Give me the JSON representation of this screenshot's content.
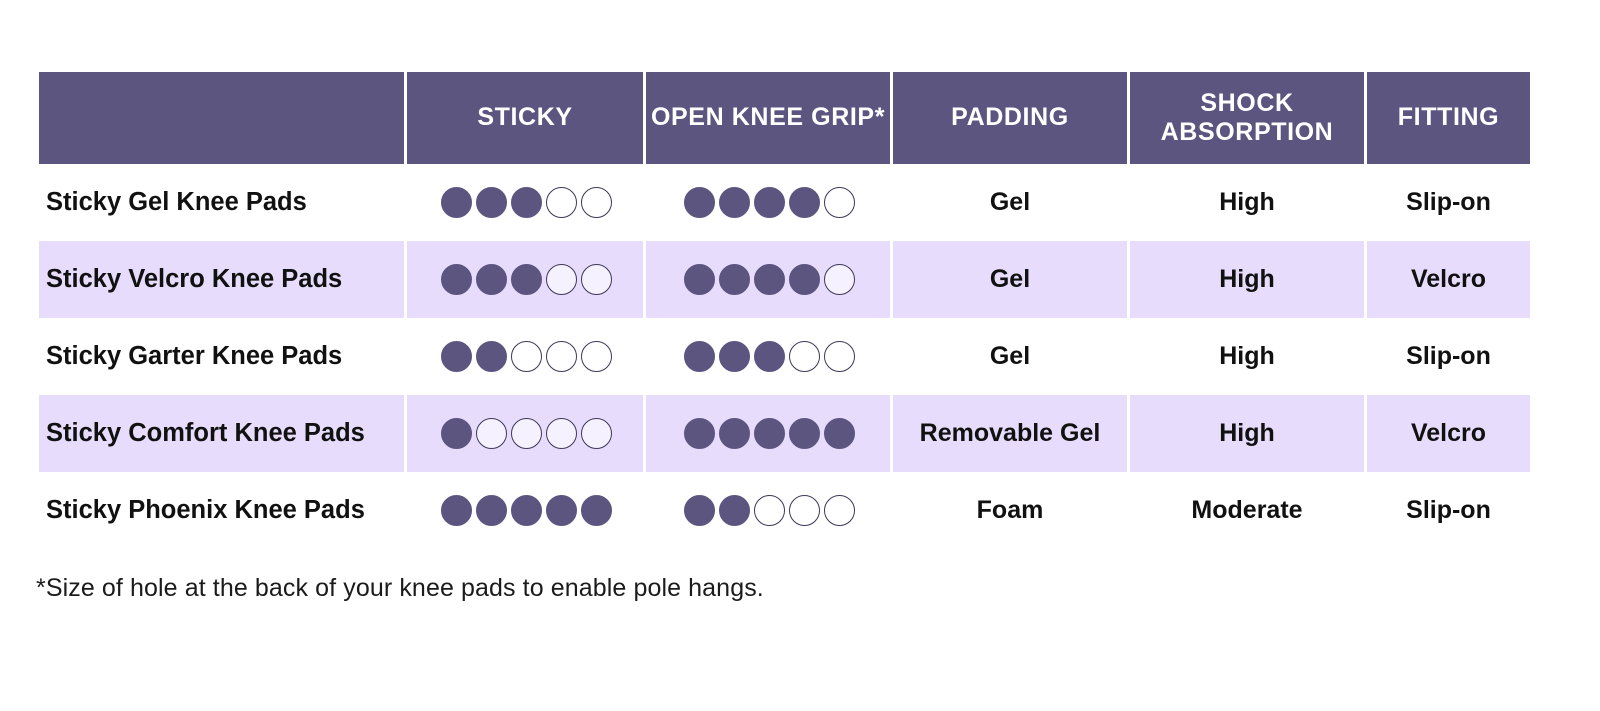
{
  "table": {
    "columns": [
      {
        "key": "product",
        "label": ""
      },
      {
        "key": "sticky",
        "label": "STICKY"
      },
      {
        "key": "grip",
        "label": "OPEN KNEE GRIP*"
      },
      {
        "key": "padding",
        "label": "PADDING"
      },
      {
        "key": "shock",
        "label": "SHOCK ABSORPTION"
      },
      {
        "key": "fitting",
        "label": "FITTING"
      }
    ],
    "rows": [
      {
        "product": "Sticky Gel Knee Pads",
        "sticky_rating": 3,
        "grip_rating": 4,
        "padding": "Gel",
        "shock": "High",
        "fitting": "Slip-on"
      },
      {
        "product": "Sticky Velcro Knee Pads",
        "sticky_rating": 3,
        "grip_rating": 4,
        "padding": "Gel",
        "shock": "High",
        "fitting": "Velcro"
      },
      {
        "product": "Sticky Garter Knee Pads",
        "sticky_rating": 2,
        "grip_rating": 3,
        "padding": "Gel",
        "shock": "High",
        "fitting": "Slip-on"
      },
      {
        "product": "Sticky Comfort Knee Pads",
        "sticky_rating": 1,
        "grip_rating": 5,
        "padding": "Removable Gel",
        "shock": "High",
        "fitting": "Velcro"
      },
      {
        "product": "Sticky Phoenix Knee Pads",
        "sticky_rating": 5,
        "grip_rating": 2,
        "padding": "Foam",
        "shock": "Moderate",
        "fitting": "Slip-on"
      }
    ],
    "rating_scale_max": 5
  },
  "footnote": "*Size of hole at the back of your knee pads to enable pole hangs.",
  "colors": {
    "header_background": "#5C5580",
    "header_text": "#FFFFFF",
    "stripe_background": "#E7DCFB",
    "row_background": "#FFFFFF",
    "dot_filled": "#5C5580",
    "dot_empty_outline": "#3D3758",
    "body_text": "#111111"
  }
}
